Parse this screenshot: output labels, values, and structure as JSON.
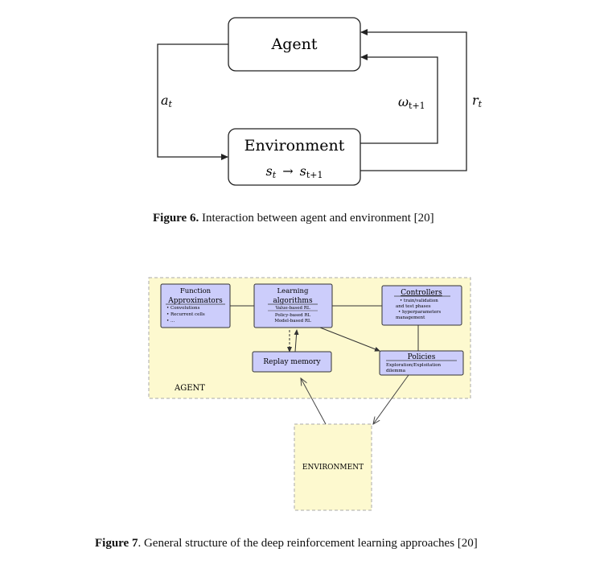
{
  "figure6": {
    "agent_label": "Agent",
    "environment_label": "Environment",
    "state_from": "s",
    "state_from_sub": "t",
    "state_arrow": "→",
    "state_to": "s",
    "state_to_sub": "t+1",
    "action": "a",
    "action_sub": "t",
    "omega": "ω",
    "omega_sub": "t+1",
    "reward": "r",
    "reward_sub": "t",
    "caption_label": "Figure 6.",
    "caption_text": " Interaction between agent and environment [20]"
  },
  "figure7": {
    "agent_region_label": "AGENT",
    "environment_label": "ENVIRONMENT",
    "function_approx": {
      "title_line1": "Function",
      "title_line2": "Approximators",
      "items": [
        "Convolutions",
        "Recurrent cells",
        "..."
      ]
    },
    "learning_algorithms": {
      "title_line1": "Learning",
      "title_line2": "algorithms",
      "items": [
        "Value-based RL",
        "Policy-based RL",
        "Model-based RL"
      ]
    },
    "controllers": {
      "title": "Controllers",
      "items": [
        "train/validation",
        "and test phases",
        "hyperparameters",
        "management"
      ]
    },
    "replay_memory": "Replay memory",
    "policies": {
      "title": "Policies",
      "items": [
        "Exploration/Exploitation",
        "dilemma"
      ]
    },
    "caption_label": "Figure 7",
    "caption_text": ". General structure of the deep reinforcement learning approaches [20]"
  },
  "colors": {
    "region_fill": "#fdf9cf",
    "node_fill": "#cccdfb",
    "line": "#222222"
  }
}
